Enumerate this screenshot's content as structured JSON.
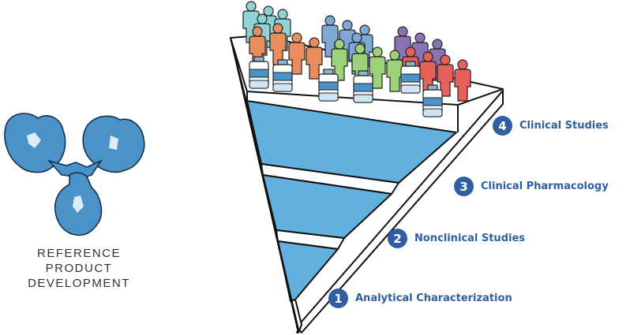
{
  "caption": [
    "REFERENCE",
    "PRODUCT",
    "DEVELOPMENT"
  ],
  "steps": [
    {
      "number": "1",
      "label": "Analytical Characterization"
    },
    {
      "number": "2",
      "label": "Nonclinical Studies"
    },
    {
      "number": "3",
      "label": "Clinical Pharmacology"
    },
    {
      "number": "4",
      "label": "Clinical Studies"
    }
  ],
  "colors": {
    "accent": "#2f5fa0",
    "fill": "#62b0de",
    "antibody": "#4a92c8",
    "person_teal": "#8fd3d6",
    "person_blue": "#7fa8d4",
    "person_orange": "#e98c5e",
    "person_green": "#9cd27a",
    "person_purple": "#8a73b5",
    "person_red": "#e8605a"
  },
  "icons": [
    "antibody-icon",
    "person-icon",
    "vial-icon"
  ]
}
